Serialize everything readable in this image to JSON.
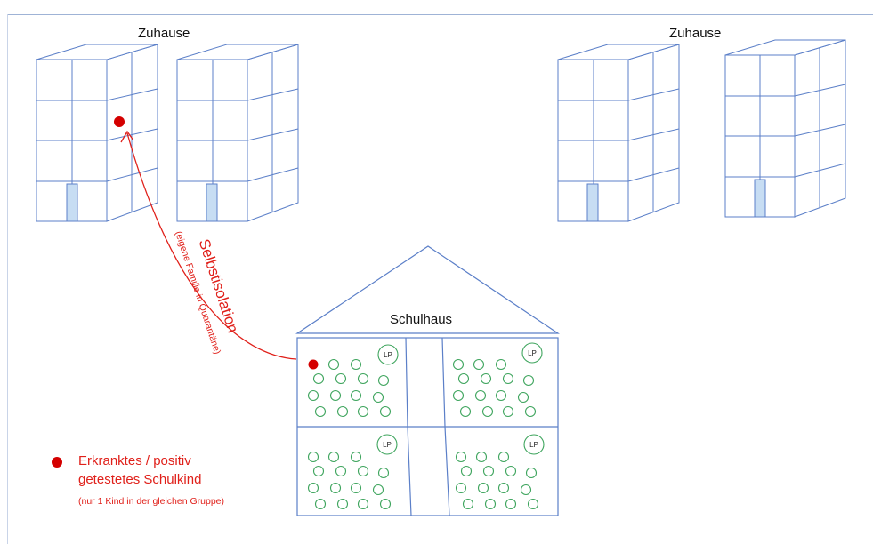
{
  "labels": {
    "home_left": "Zuhause",
    "home_right": "Zuhause",
    "school": "Schulhaus",
    "teacher": "LP"
  },
  "arrow": {
    "title": "Selbstisolation",
    "subtitle": "(eigene Familie in Quarantäne)"
  },
  "legend": {
    "main": "Erkranktes / positiv getestetes Schulkind",
    "note": "(nur 1 Kind in der gleichen Gruppe)"
  },
  "colors": {
    "building_line": "#5b7fc8",
    "door_fill": "#c7ddf3",
    "child_circle": "#3fa55e",
    "infected": "#d40000",
    "annotation": "#e0201a"
  },
  "classrooms": [
    {
      "children": 15,
      "infected": 1
    },
    {
      "children": 15,
      "infected": 0
    },
    {
      "children": 15,
      "infected": 0
    },
    {
      "children": 15,
      "infected": 0
    }
  ]
}
